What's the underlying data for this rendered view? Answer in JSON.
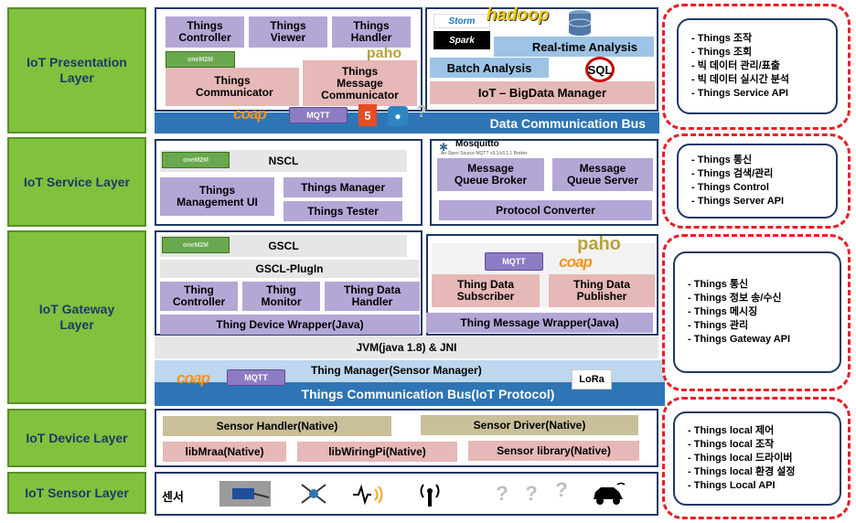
{
  "layers": [
    {
      "id": "presentation",
      "label": "IoT Presentation Layer"
    },
    {
      "id": "service",
      "label": "IoT Service Layer"
    },
    {
      "id": "gateway",
      "label": "IoT Gateway Layer"
    },
    {
      "id": "device",
      "label": "IoT Device Layer"
    },
    {
      "id": "sensor",
      "label": "IoT Sensor Layer"
    }
  ],
  "presentation": {
    "things_controller": "Things Controller",
    "things_viewer": "Things Viewer",
    "things_handler": "Things Handler",
    "things_communicator": "Things Communicator",
    "things_message_communicator": "Things Message Communicator",
    "realtime_analysis": "Real-time Analysis",
    "batch_analysis": "Batch Analysis",
    "bigdata_manager": "IoT – BigData Manager",
    "bus": "Data Communication Bus",
    "logos": {
      "storm": "Storm",
      "hadoop": "hadoop",
      "spark": "Spark",
      "sql": "SQL",
      "paho": "paho",
      "coop": "coap",
      "mqtt": "MQTT",
      "html5": "5",
      "q": "?"
    }
  },
  "service": {
    "nscl": "NSCL",
    "things_management_ui": "Things Management UI",
    "things_manager": "Things Manager",
    "things_tester": "Things Tester",
    "mosquitto": "Mosquitto",
    "mosquitto_sub": "An Open Source MQTT v3.1/v3.1.1 Broker",
    "mq_broker": "Message Queue Broker",
    "mq_server": "Message Queue Server",
    "protocol_converter": "Protocol Converter"
  },
  "gateway": {
    "gscl": "GSCL",
    "gscl_plugin": "GSCL-PlugIn",
    "thing_controller": "Thing Controller",
    "thing_monitor": "Thing Monitor",
    "thing_data_handler": "Thing Data Handler",
    "thing_device_wrapper": "Thing Device Wrapper(Java)",
    "thing_data_subscriber": "Thing Data Subscriber",
    "thing_data_publisher": "Thing Data Publisher",
    "thing_message_wrapper": "Thing Message Wrapper(Java)",
    "jvm": "JVM(java 1.8) & JNI",
    "thing_manager": "Thing Manager(Sensor Manager)",
    "bus": "Things Communication Bus(IoT Protocol)",
    "lora": "LoRa"
  },
  "device": {
    "sensor_handler": "Sensor Handler(Native)",
    "sensor_driver": "Sensor Driver(Native)",
    "libmraa": "libMraa(Native)",
    "libwiringpi": "libWiringPi(Native)",
    "sensor_library": "Sensor library(Native)"
  },
  "sensor": {
    "label": "센서",
    "q": "?"
  },
  "notes": [
    [
      "Things 조작",
      "Things 조회",
      "빅 데이터 관리/표출",
      "빅 데이터 실시간 분석",
      "Things Service API"
    ],
    [
      "Things 통신",
      "Things 검색/관리",
      "Things Control",
      "Things Server API"
    ],
    [
      "Things 통신",
      "Things 정보 송/수신",
      "Things 메시징",
      "Things 관리",
      "Things Gateway API"
    ],
    [
      "Things local 제어",
      "Things local 조작",
      "Things local 드라이버",
      "Things local 환경 설정",
      "Things Local API"
    ]
  ],
  "colors": {
    "layer_green": "#80c23e",
    "layer_text": "#1f3864",
    "purple_box": "#b4a7d6",
    "pink_box": "#e6b8b7",
    "light_blue": "#9dc3e6",
    "bus_blue": "#2e75b6",
    "dashed_red": "#e81e25"
  }
}
